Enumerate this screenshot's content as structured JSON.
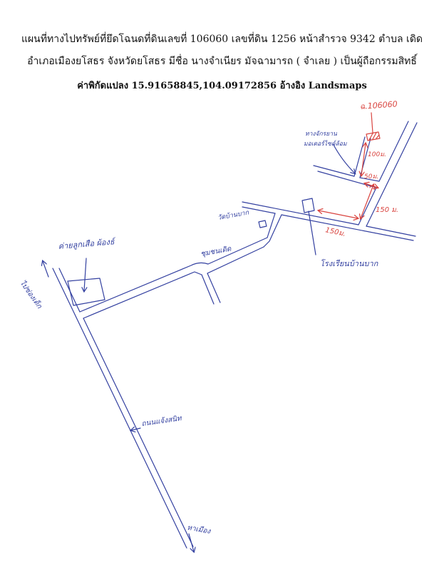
{
  "document": {
    "title_line1": "แผนที่ทางไปทรัพย์ที่ยึดโฉนดที่ดินเลขที่ 106060 เลขที่ดิน 1256 หน้าสำรวจ 9342 ตำบล เดิด",
    "title_line2": "อำเภอเมืองยโสธร จังหวัดยโสธร มีชื่อ นางจำเนียร มัจฉามารถ ( จำเลย ) เป็นผู้ถือกรรมสิทธิ์",
    "coordinates_line": "ค่าพิกัดแปลง 15.91658845,104.09172856 อ้างอิง Landsmaps"
  },
  "map": {
    "labels": {
      "parcel": "ฉ.106060",
      "bike_path_line1": "ทางจักรยาน",
      "bike_path_line2": "มอเตอร์ไซค์ล้อม",
      "dist_100": "100ม.",
      "dist_50": "50ม.",
      "dist_150_vertical": "150 ม.",
      "dist_150_horizontal": "150ม.",
      "temple": "วัดบ้านบาก",
      "school": "โรงเรียนบ้านบาก",
      "community": "ชุมชนเดิด",
      "scout_camp": "ค่ายลูกเสือ ผ้องธ์",
      "to_north": "ไปซ่องเด็ก",
      "main_road": "ถนนแจ้งสนิท",
      "to_town": "หาเมือง"
    },
    "colors": {
      "ink_blue": "#3340a0",
      "ink_red": "#d9443f",
      "text": "#111111"
    }
  }
}
